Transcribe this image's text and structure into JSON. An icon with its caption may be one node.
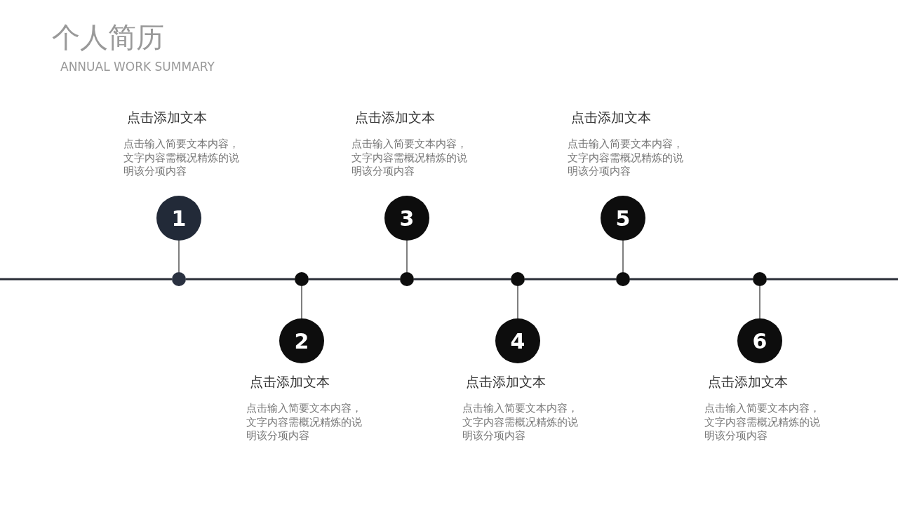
{
  "diagram": {
    "title": "个人简历",
    "labels": [
      "ANNUAL WORK SUMMARY"
    ],
    "nodes": [
      {
        "text": [
          "1"
        ],
        "beside": [
          "点击添加文本",
          "点击输入简要文本内容，文字内容需概况精炼的说明该分项内容"
        ]
      },
      {
        "text": [
          "2"
        ],
        "beside": [
          "点击添加文本",
          "点击输入简要文本内容，文字内容需概况精炼的说明该分项内容"
        ]
      },
      {
        "text": [
          "3"
        ],
        "beside": [
          "点击添加文本",
          "点击输入简要文本内容，文字内容需概况精炼的说明该分项内容"
        ]
      },
      {
        "text": [
          "4"
        ],
        "beside": [
          "点击添加文本",
          "点击输入简要文本内容，文字内容需概况精炼的说明该分项内容"
        ]
      },
      {
        "text": [
          "5"
        ],
        "beside": [
          "点击添加文本",
          "点击输入简要文本内容，文字内容需概况精炼的说明该分项内容"
        ]
      },
      {
        "text": [
          "6"
        ],
        "beside": [
          "点击添加文本",
          "点击输入简要文本内容，文字内容需概况精炼的说明该分项内容"
        ]
      },
      {
        "text": [],
        "shape": "circle"
      },
      {
        "text": [],
        "shape": "circle"
      },
      {
        "text": [],
        "shape": "circle"
      },
      {
        "text": [],
        "shape": "circle"
      },
      {
        "text": [],
        "shape": "circle"
      },
      {
        "text": [],
        "shape": "circle"
      }
    ],
    "edges": [
      {
        "from": 0,
        "to": 6,
        "arrow": "none",
        "color": "#555555"
      },
      {
        "from": 1,
        "to": 7,
        "arrow": "none",
        "color": "#555555"
      },
      {
        "from": 2,
        "to": 8,
        "arrow": "none",
        "color": "#555555"
      },
      {
        "from": 3,
        "to": 9,
        "arrow": "none",
        "color": "#555555"
      },
      {
        "from": 4,
        "to": 10,
        "arrow": "none",
        "color": "#555555"
      },
      {
        "from": 5,
        "to": 11,
        "arrow": "none",
        "color": "#555555"
      },
      {
        "from": null,
        "to": 6,
        "arrow": "none"
      },
      {
        "from": 6,
        "to": 7,
        "arrow": "none"
      },
      {
        "from": 7,
        "to": 8,
        "arrow": "none"
      },
      {
        "from": 8,
        "to": 9,
        "arrow": "none"
      },
      {
        "from": 9,
        "to": 10,
        "arrow": "none"
      },
      {
        "from": 10,
        "to": 11,
        "arrow": "none"
      },
      {
        "from": 11,
        "to": null,
        "arrow": "none"
      }
    ]
  }
}
